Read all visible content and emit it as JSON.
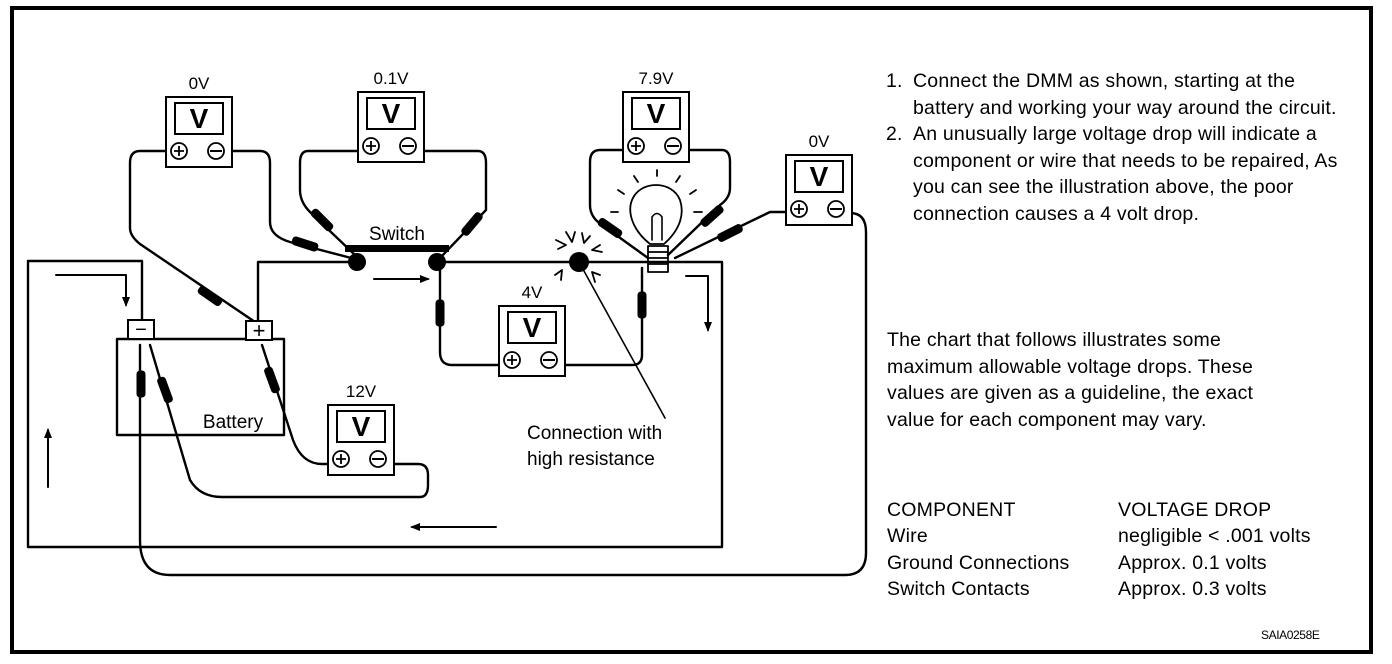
{
  "diagram": {
    "title": "Voltage drop test circuit",
    "meters": [
      {
        "id": "meter-battery-ground",
        "reading": "0V",
        "display": "V",
        "pos_symbol": "⊕",
        "neg_symbol": "⊖"
      },
      {
        "id": "meter-switch",
        "reading": "0.1V",
        "display": "V",
        "pos_symbol": "⊕",
        "neg_symbol": "⊖"
      },
      {
        "id": "meter-lamp",
        "reading": "7.9V",
        "display": "V",
        "pos_symbol": "⊕",
        "neg_symbol": "⊖"
      },
      {
        "id": "meter-lamp-ground",
        "reading": "0V",
        "display": "V",
        "pos_symbol": "⊕",
        "neg_symbol": "⊖"
      },
      {
        "id": "meter-connection",
        "reading": "4V",
        "display": "V",
        "pos_symbol": "⊕",
        "neg_symbol": "⊖"
      },
      {
        "id": "meter-battery",
        "reading": "12V",
        "display": "V",
        "pos_symbol": "⊕",
        "neg_symbol": "⊖"
      }
    ],
    "labels": {
      "switch": "Switch",
      "battery": "Battery",
      "battery_neg": "−",
      "battery_pos": "+",
      "connection_line1": "Connection with",
      "connection_line2": "high resistance"
    }
  },
  "instructions": {
    "steps": [
      {
        "num": "1.",
        "text": "Connect the DMM as shown, starting at the battery and working your way around the circuit."
      },
      {
        "num": "2.",
        "text": "An unusually large voltage drop will indicate a component or wire that needs to be repaired, As you can see the illustration above, the poor connection causes a 4 volt drop."
      }
    ],
    "paragraph": "The chart that follows illustrates some maximum allowable voltage drops. These values are given as a guideline, the exact value for each component may vary."
  },
  "voltage_table": {
    "headers": [
      "COMPONENT",
      "VOLTAGE DROP"
    ],
    "rows": [
      [
        "Wire",
        "negligible < .001 volts"
      ],
      [
        "Ground Connections",
        "Approx. 0.1 volts"
      ],
      [
        "Switch Contacts",
        "Approx. 0.3 volts"
      ]
    ]
  },
  "figure_id": "SAIA0258E"
}
